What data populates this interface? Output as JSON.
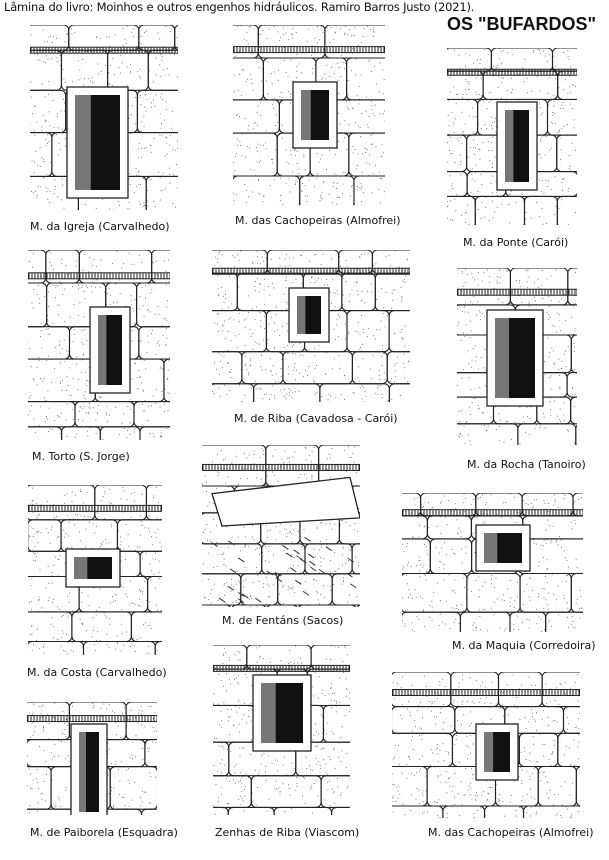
{
  "source": "Lâmina do livro: Moinhos e outros engenhos hidráulicos. Ramiro Barros Justo (2021).",
  "title": "OS \"BUFARDOS\"",
  "panels": [
    {
      "caption": "M. da Igreja (Carvalhedo)"
    },
    {
      "caption": "M. das Cachopeiras (Almofrei)"
    },
    {
      "caption": "M. da Ponte (Carói)"
    },
    {
      "caption": "M. Torto (S. Jorge)"
    },
    {
      "caption": "M. de Riba (Cavadosa - Carói)"
    },
    {
      "caption": "M. da Rocha (Tanoiro)"
    },
    {
      "caption": "M. da Costa (Carvalhedo)"
    },
    {
      "caption": "M. de Fentáns (Sacos)"
    },
    {
      "caption": "M. da Maquia (Corredoira)"
    },
    {
      "caption": "M. de Paiborela (Esquadra)"
    },
    {
      "caption": "Zenhas de Riba (Viascom)"
    },
    {
      "caption": "M. das Cachopeiras (Almofrei)"
    }
  ]
}
